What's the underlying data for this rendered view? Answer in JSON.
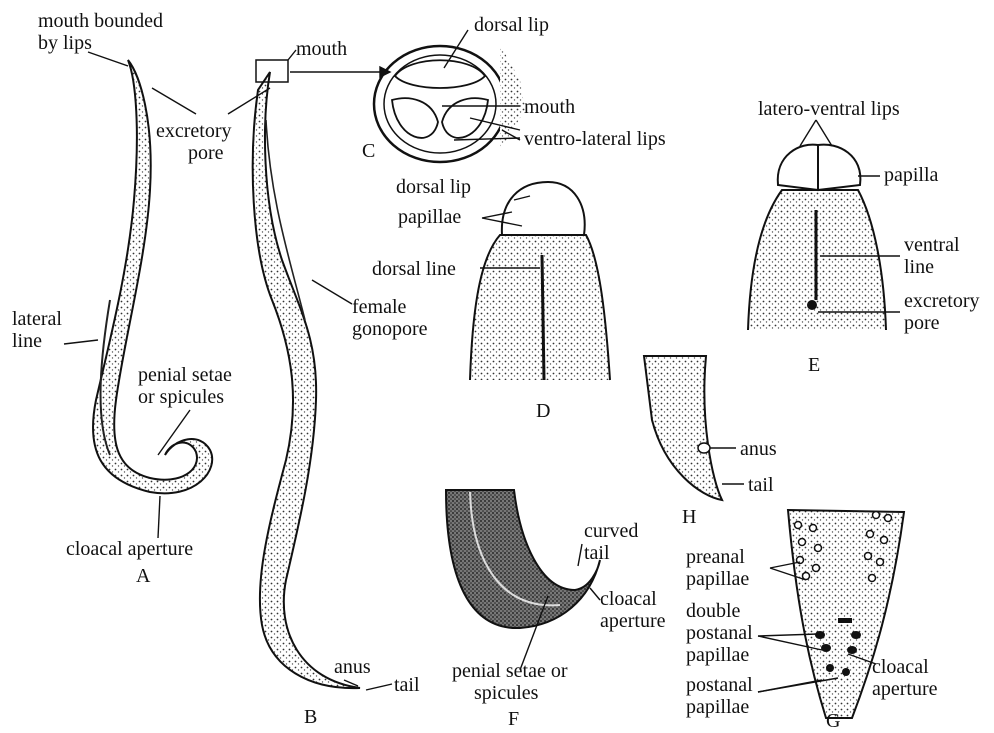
{
  "labels": {
    "mouth_bounded": "mouth bounded",
    "by_lips": "by lips",
    "excretory": "excretory",
    "pore": "pore",
    "lateral": "lateral",
    "line": "line",
    "penial_setae": "penial setae",
    "or_spicules": "or spicules",
    "cloacal_aperture": "cloacal aperture",
    "mouth_top": "mouth",
    "female": "female",
    "gonopore": "gonopore",
    "anus_b": "anus",
    "tail_b": "tail",
    "dorsal_lip_c": "dorsal lip",
    "mouth_c": "mouth",
    "ventro_lateral_lips": "ventro-lateral lips",
    "dorsal_lip_d": "dorsal lip",
    "papillae_d": "papillae",
    "dorsal_line": "dorsal line",
    "latero_ventral_lips": "latero-ventral lips",
    "papilla": "papilla",
    "ventral": "ventral",
    "line_e": "line",
    "excretory_e": "excretory",
    "pore_e": "pore",
    "anus_h": "anus",
    "tail_h": "tail",
    "curved": "curved",
    "tail_f": "tail",
    "cloacal_f": "cloacal",
    "aperture_f": "aperture",
    "penial_setae_or": "penial setae or",
    "spicules_f": "spicules",
    "preanal": "preanal",
    "papillae_g1": "papillae",
    "double": "double",
    "postanal_g1": "postanal",
    "papillae_g2": "papillae",
    "cloacal_g": "cloacal",
    "aperture_g": "aperture",
    "postanal_g2": "postanal",
    "papillae_g3": "papillae"
  },
  "figures": {
    "A": "A",
    "B": "B",
    "C": "C",
    "D": "D",
    "E": "E",
    "F": "F",
    "G": "G",
    "H": "H"
  }
}
